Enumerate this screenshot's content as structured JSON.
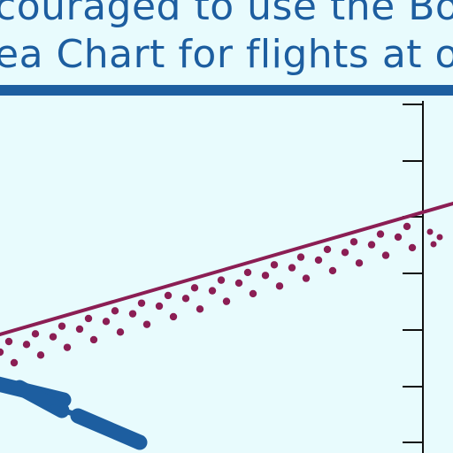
{
  "notice": {
    "line1": "couraged to use the Bo",
    "line2": "ea Chart for flights at o"
  },
  "colors": {
    "background": "#e8fbfd",
    "notice_text": "#1d5ea0",
    "header_rule": "#1d5ea0",
    "frame_line": "#111111",
    "boundary_line": "#8b1e54",
    "dotted_boundary": "#8b1e54",
    "dashed_route": "#1d5ea0"
  },
  "map_features": [
    {
      "name": "solid-boundary-line",
      "style": "solid",
      "color": "#8b1e54"
    },
    {
      "name": "dotted-boundary-band",
      "style": "dotted",
      "color": "#8b1e54"
    },
    {
      "name": "dashed-route-line",
      "style": "dashed",
      "color": "#1d5ea0"
    },
    {
      "name": "chart-frame-edge",
      "style": "solid",
      "color": "#111111"
    }
  ]
}
